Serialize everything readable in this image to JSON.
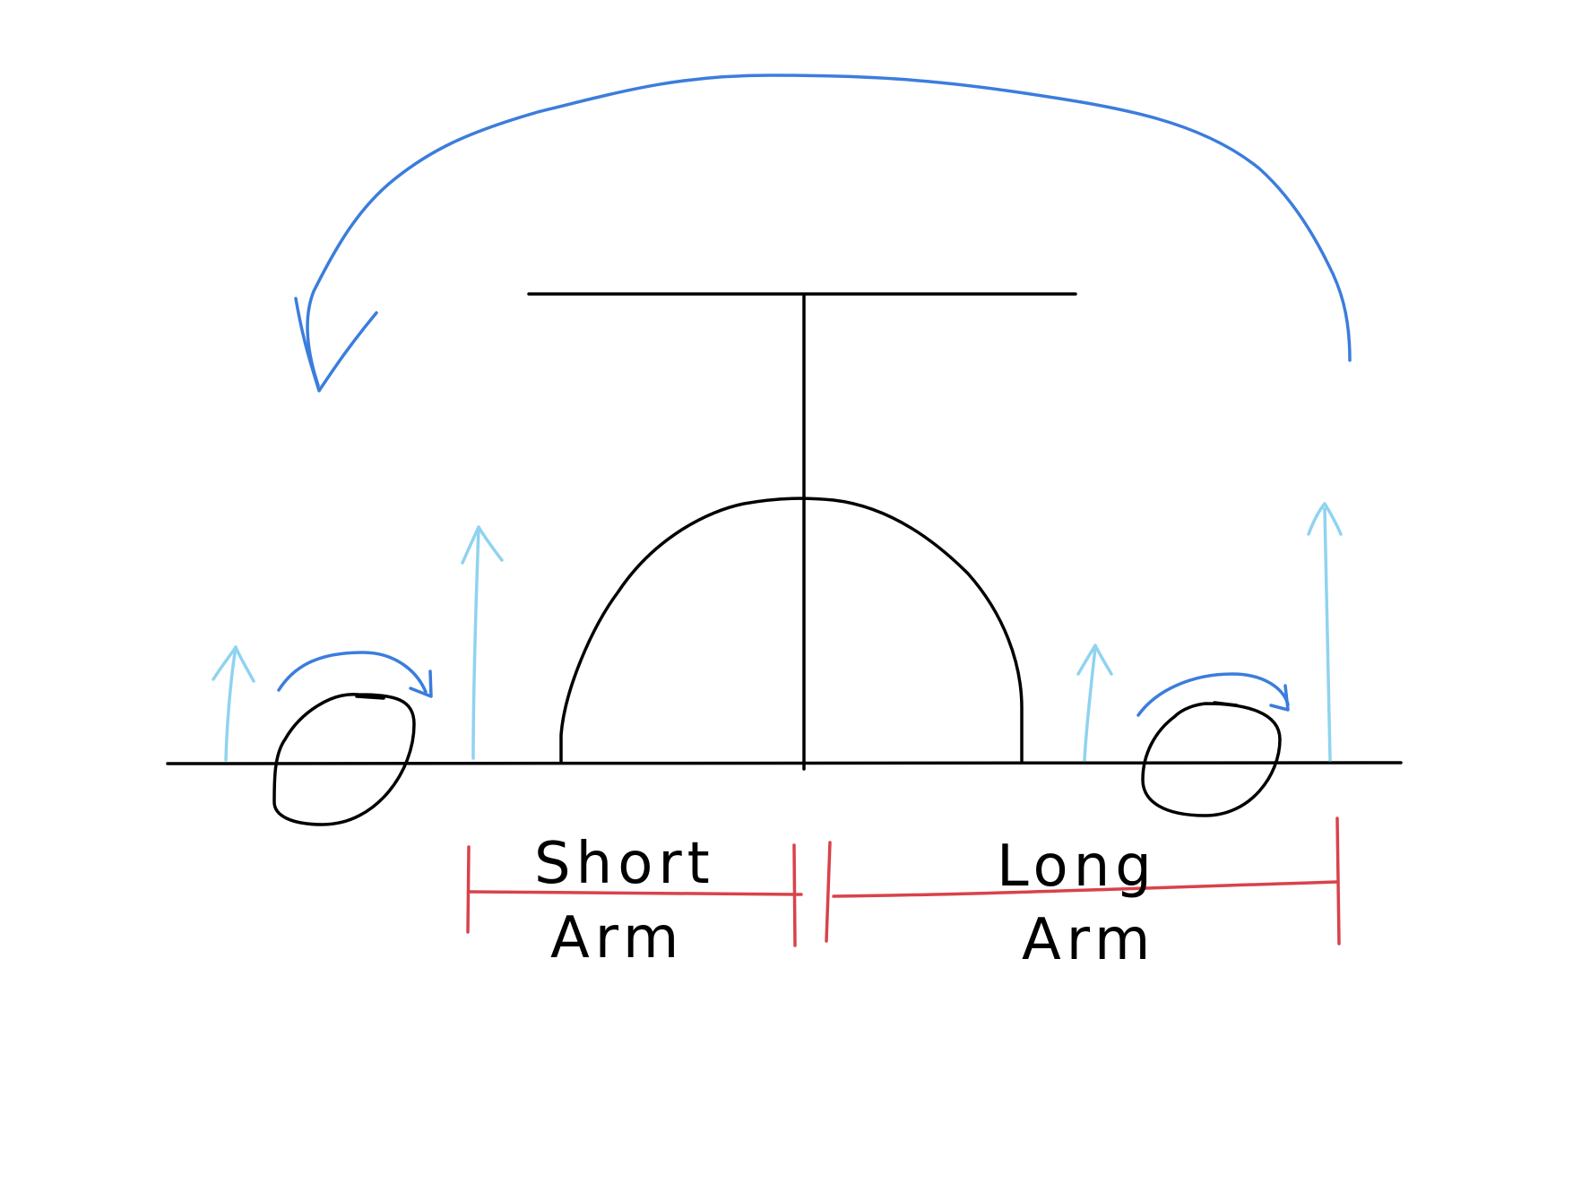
{
  "colors": {
    "ink": "#000000",
    "rotation_arrow": "#3b7ddd",
    "lift_arrow": "#8fd3f0",
    "dimension": "#d9424a",
    "background": "#ffffff"
  },
  "labels": {
    "short_arm_line1": "Short",
    "short_arm_line2": "Arm",
    "long_arm_line1": "Long",
    "long_arm_line2": "Arm"
  }
}
